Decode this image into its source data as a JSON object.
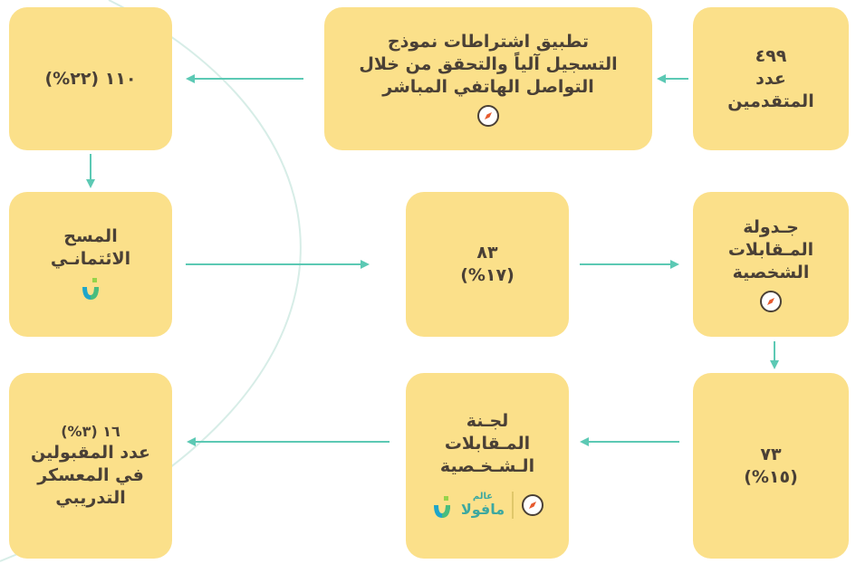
{
  "boxes": {
    "applicants": {
      "number": "٤٩٩",
      "label1": "عدد",
      "label2": "المتقدمين"
    },
    "application_check": {
      "line1": "تطبيق اشتراطات نموذج",
      "line2": "التسجيل آلياً والتحقق من خلال",
      "line3": "التواصل الهاتفي المباشر",
      "icon": "compass-icon"
    },
    "after_check": {
      "value": "١١٠ (٢٢%)"
    },
    "credit_survey": {
      "line1": "المسح",
      "line2": "الائتمانـي",
      "icon": "brand-logo-icon"
    },
    "after_survey": {
      "value": "٨٣",
      "percent": "(١٧%)"
    },
    "interview_schedule": {
      "line1": "جـدولة",
      "line2": "المـقابلات",
      "line3": "الشخصية",
      "icon": "compass-icon"
    },
    "after_schedule": {
      "value": "٧٣",
      "percent": "(١٥%)"
    },
    "interview_committee": {
      "line1": "لجـنة",
      "line2": "المـقابلات",
      "line3": "الـشـخـصية",
      "brand_small": "عالم",
      "brand_big": "مافولا"
    },
    "accepted": {
      "line1": "١٦ (٣%)",
      "line2": "عدد المقبولين",
      "line3": "في المعسكر",
      "line4": "التدريبي"
    }
  },
  "colors": {
    "box": "#fbe08a",
    "arrow": "#5cc9b4",
    "text": "#4a4036",
    "brand": "#3da8a0"
  }
}
